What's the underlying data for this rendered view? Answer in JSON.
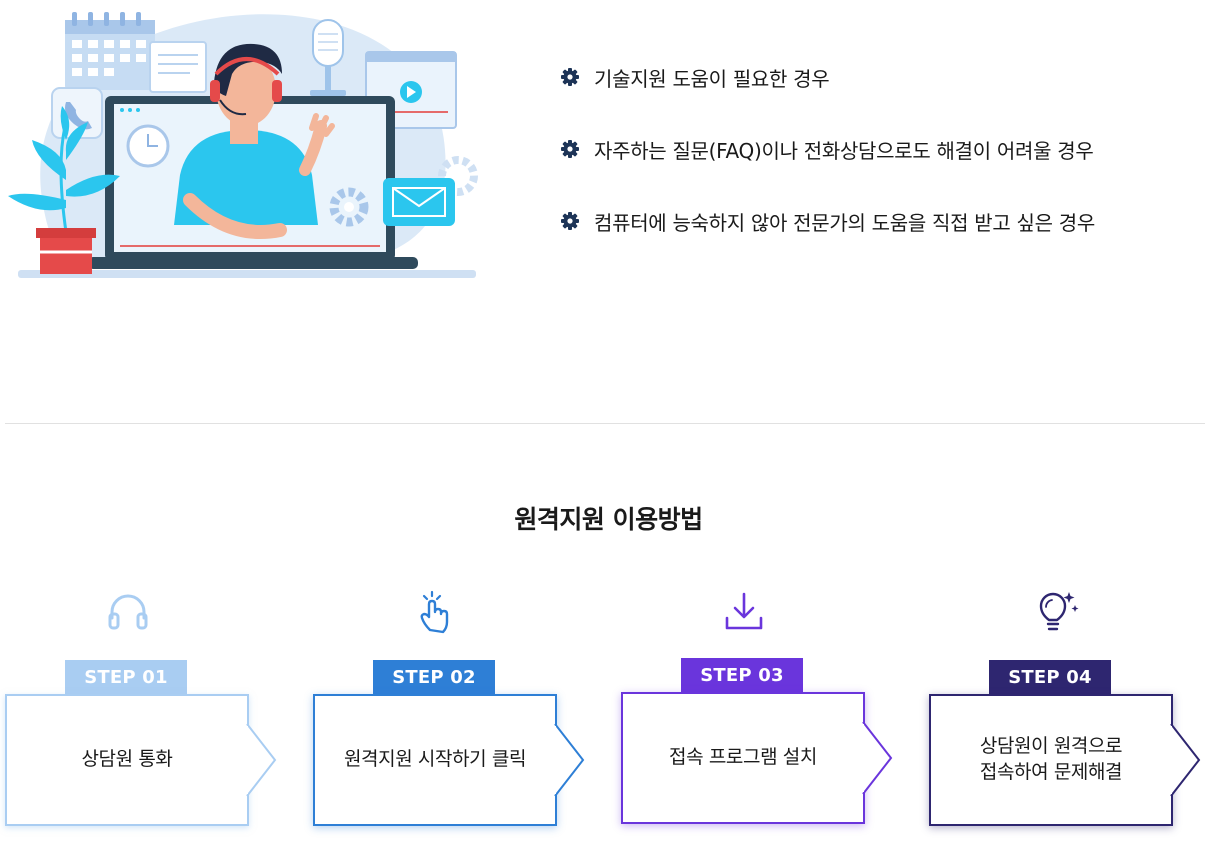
{
  "reasons": [
    {
      "label": "기술지원 도움이 필요한 경우"
    },
    {
      "label": "자주하는 질문(FAQ)이나 전화상담으로도 해결이 어려울 경우"
    },
    {
      "label": "컴퓨터에 능숙하지 않아 전문가의 도움을 직접 받고 싶은 경우"
    }
  ],
  "section": {
    "title": "원격지원 이용방법"
  },
  "steps": [
    {
      "badge": "STEP 01",
      "text": "상담원 통화",
      "icon": "headset-icon",
      "color": "#a9cdf2"
    },
    {
      "badge": "STEP 02",
      "text": "원격지원 시작하기 클릭",
      "icon": "touch-click-icon",
      "color": "#2e7fd6"
    },
    {
      "badge": "STEP 03",
      "text": "접속 프로그램 설치",
      "icon": "download-icon",
      "color": "#6a35dc"
    },
    {
      "badge": "STEP 04",
      "text": "상담원이 원격으로\n접속하여 문제해결",
      "icon": "lightbulb-icon",
      "color": "#2e2670"
    }
  ],
  "colors": {
    "gear": "#1d3457",
    "accent_cyan": "#2bc6ee",
    "divider": "#e1e1e1"
  }
}
